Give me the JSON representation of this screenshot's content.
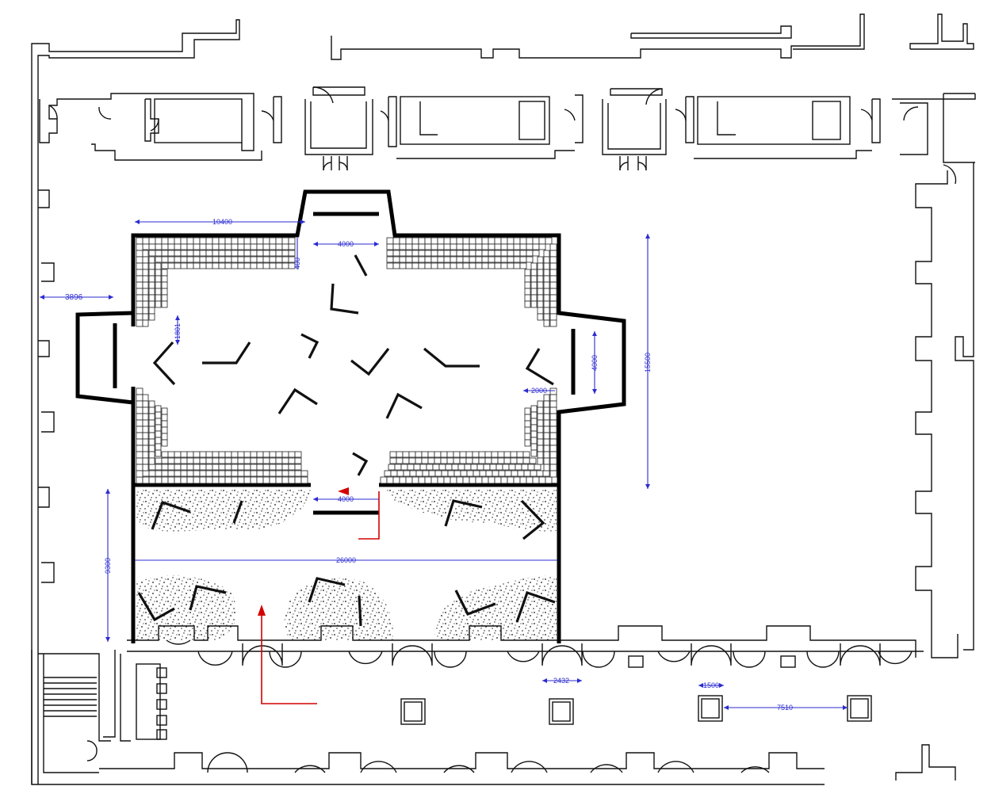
{
  "colors": {
    "dimension": "#2b2bd1",
    "route_arrow": "#d40000",
    "wall": "#000000",
    "stipple": "#111111"
  },
  "dimensions": {
    "d10400": "10400",
    "d4000_top": "4000",
    "d400": "400",
    "d3896": "3896",
    "d1801": "1801",
    "d4000_right": "4000",
    "d15500": "15500",
    "d2000": "2000",
    "d4000_mid": "4000",
    "d26000": "26000",
    "d9300": "9300",
    "d2432": "2432",
    "d1500": "1500",
    "d7510": "7510"
  }
}
